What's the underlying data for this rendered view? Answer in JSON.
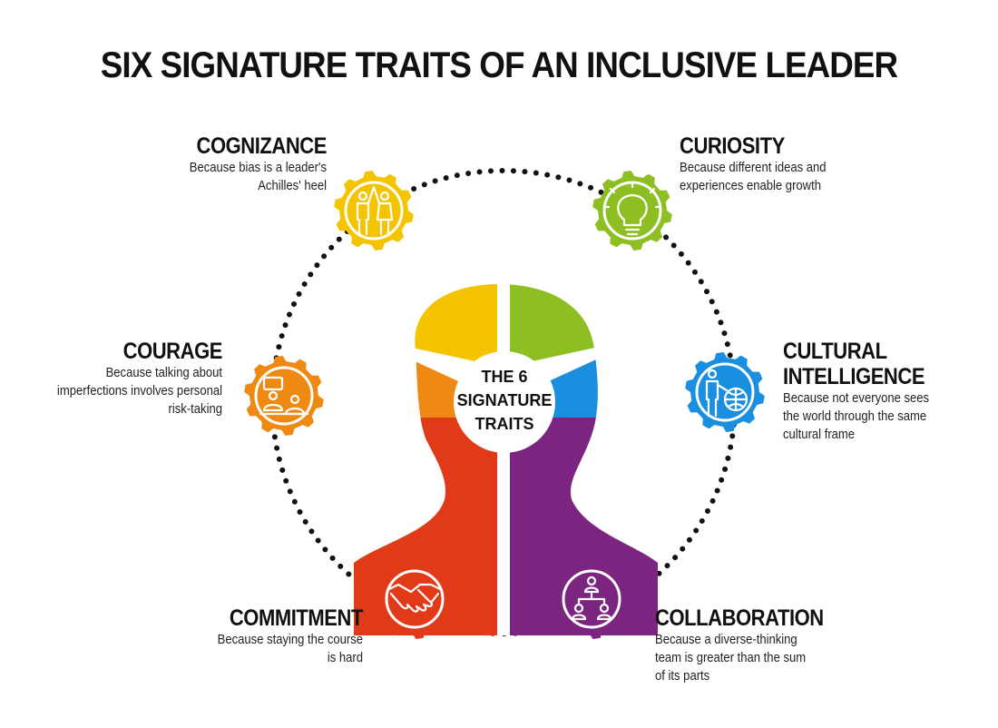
{
  "title": "SIX SIGNATURE TRAITS OF AN INCLUSIVE LEADER",
  "center": {
    "line1": "THE 6",
    "line2": "SIGNATURE",
    "line3": "TRAITS"
  },
  "traits": [
    {
      "name": "COGNIZANCE",
      "desc1": "Because bias is a leader's",
      "desc2": "Achilles' heel",
      "desc3": "",
      "color": "#F5C400",
      "icon": "people-high-five-icon"
    },
    {
      "name": "CURIOSITY",
      "desc1": "Because different ideas and",
      "desc2": "experiences enable growth",
      "desc3": "",
      "color": "#8DBE22",
      "icon": "lightbulb-icon"
    },
    {
      "name": "COURAGE",
      "desc1": "Because talking about",
      "desc2": "imperfections involves personal",
      "desc3": "risk-taking",
      "color": "#EE8A12",
      "icon": "people-talking-icon"
    },
    {
      "name1": "CULTURAL",
      "name2": "INTELLIGENCE",
      "desc1": "Because not everyone sees",
      "desc2": "the world through the same",
      "desc3": "cultural frame",
      "color": "#1A8FE0",
      "icon": "person-globe-icon"
    },
    {
      "name": "COMMITMENT",
      "desc1": "Because staying the course",
      "desc2": "is hard",
      "desc3": "",
      "color": "#E03A18",
      "icon": "handshake-icon"
    },
    {
      "name": "COLLABORATION",
      "desc1": "Because a diverse-thinking",
      "desc2": "team is greater than the sum",
      "desc3": "of its parts",
      "color": "#7B2580",
      "icon": "team-network-icon"
    }
  ]
}
